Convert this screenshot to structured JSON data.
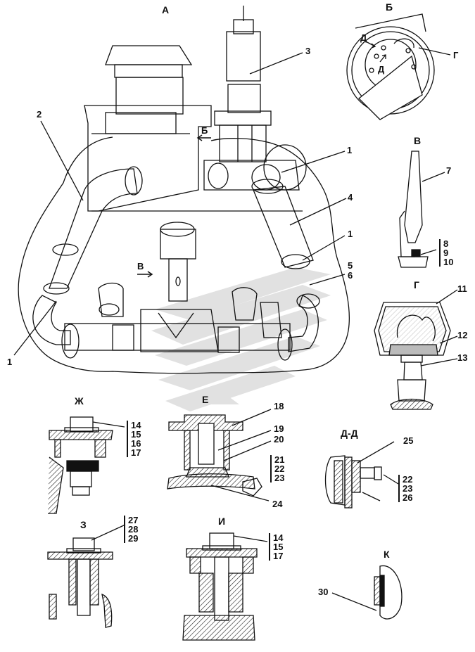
{
  "views": {
    "a": "А",
    "b": "Б",
    "v": "В",
    "g": "Г",
    "zh": "Ж",
    "e": "Е",
    "dd": "Д-Д",
    "z": "З",
    "i": "И",
    "k": "К"
  },
  "inline_marks": {
    "b_arrow": "Б",
    "v_arrow": "В",
    "d_top": "Д",
    "d_bottom": "Д"
  },
  "labels": {
    "n1_right_top": "1",
    "n1_right_mid": "1",
    "n1_left": "1",
    "n2": "2",
    "n3": "3",
    "n4": "4",
    "n5": "5",
    "n6": "6",
    "n7": "7",
    "n11": "11",
    "n12": "12",
    "n13": "13",
    "n18": "18",
    "n19": "19",
    "n20": "20",
    "n24": "24",
    "n25": "25",
    "n30": "30",
    "g_callout": "Г"
  },
  "groups": {
    "v_items": [
      "8",
      "9",
      "10"
    ],
    "zh_items": [
      "14",
      "15",
      "16",
      "17"
    ],
    "e_items": [
      "21",
      "22",
      "23"
    ],
    "dd_items": [
      "22",
      "23",
      "26"
    ],
    "z_items": [
      "27",
      "28",
      "29"
    ],
    "i_items": [
      "14",
      "15",
      "17"
    ]
  }
}
